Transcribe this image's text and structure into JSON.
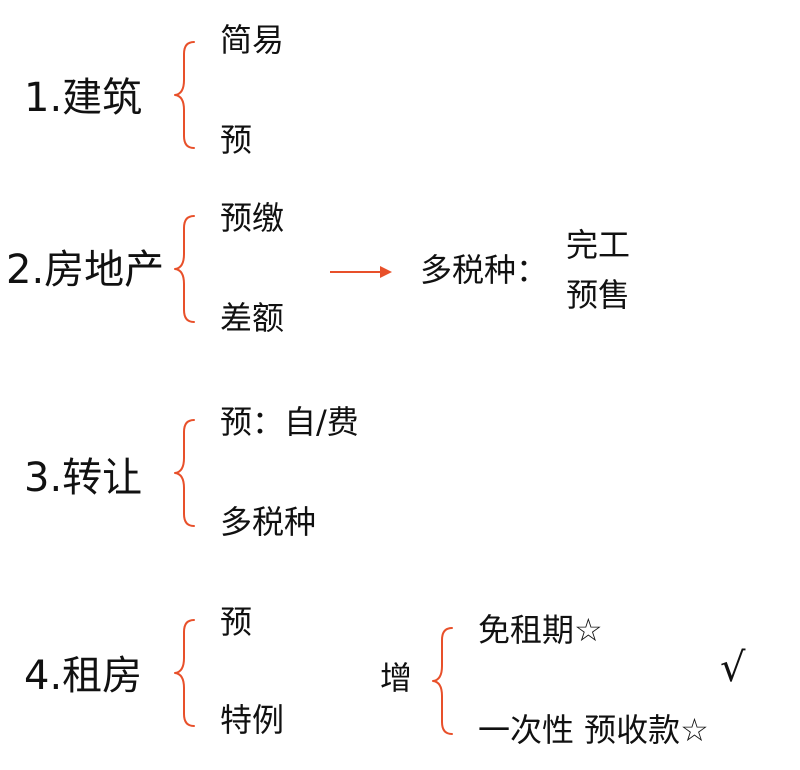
{
  "colors": {
    "accent": "#E8502A",
    "text": "#111111"
  },
  "sections": [
    {
      "title": "1.建筑",
      "top": "简易",
      "bottom": "预"
    },
    {
      "title": "2.房地产",
      "top": "预缴",
      "bottom": "差额"
    },
    {
      "title": "3.转让",
      "top": "预：自/费",
      "bottom": "多税种"
    },
    {
      "title": "4.租房",
      "top": "预",
      "bottom": "特例"
    }
  ],
  "realestate_note": {
    "label": "多税种：",
    "items": [
      "完工",
      "预售"
    ]
  },
  "rental_vat": {
    "label": "增",
    "top": "免租期☆",
    "bottom": "一次性 预收款☆",
    "check": "√"
  }
}
